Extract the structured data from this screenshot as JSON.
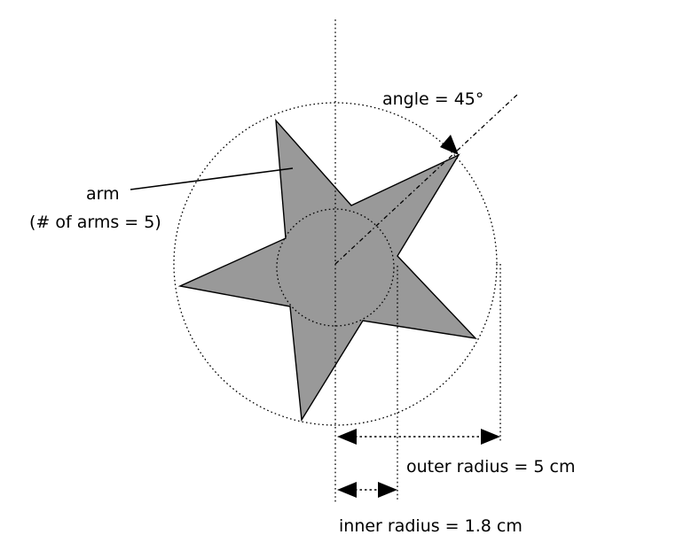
{
  "labels": {
    "angle": "angle = 45°",
    "arm": "arm",
    "arm_count": "(# of arms = 5)",
    "outer_radius": "outer radius = 5 cm",
    "inner_radius": "inner radius = 1.8 cm"
  },
  "star": {
    "arms": 5,
    "outer_radius_cm": 5,
    "inner_radius_cm": 1.8,
    "angle_deg": 45,
    "fill_color": "#999999",
    "outline_color": "#000000"
  }
}
